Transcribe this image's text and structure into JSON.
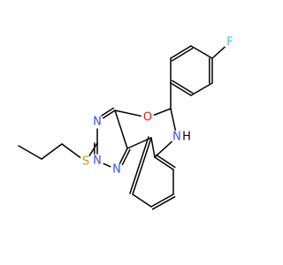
{
  "molecule": {
    "atoms": [
      {
        "id": "F",
        "symbol": "F",
        "color": "#33cccc"
      },
      {
        "id": "O",
        "symbol": "O",
        "color": "#ff0d0d"
      },
      {
        "id": "NH",
        "symbol": "N",
        "suffix": "H",
        "color": "#3050f8"
      },
      {
        "id": "N1",
        "symbol": "N",
        "color": "#3050f8"
      },
      {
        "id": "N2",
        "symbol": "N",
        "color": "#3050f8"
      },
      {
        "id": "N3",
        "symbol": "N",
        "color": "#3050f8"
      },
      {
        "id": "S",
        "symbol": "S",
        "color": "#c8a000"
      }
    ]
  }
}
